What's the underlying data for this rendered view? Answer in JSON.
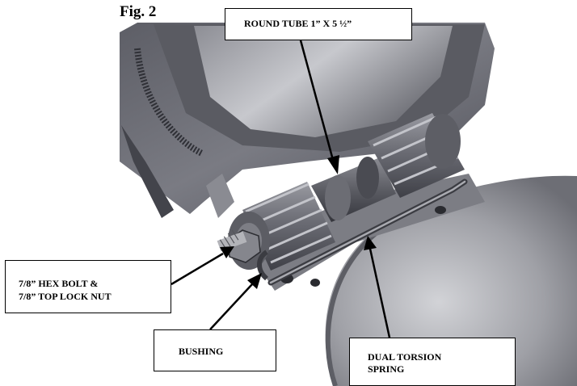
{
  "figure": {
    "title": "Fig. 2"
  },
  "callouts": {
    "round_tube": "ROUND TUBE 1” X 5 ½”",
    "hex_bolt_line1": "7/8” HEX BOLT &",
    "hex_bolt_line2": "7/8” TOP LOCK NUT",
    "bushing": "BUSHING",
    "torsion_line1": "DUAL TORSION",
    "torsion_line2": "SPRING"
  },
  "colors": {
    "metal_dark": "#4a4b52",
    "metal_mid": "#6f7078",
    "metal_light": "#b9bac0",
    "label_border": "#000000"
  }
}
